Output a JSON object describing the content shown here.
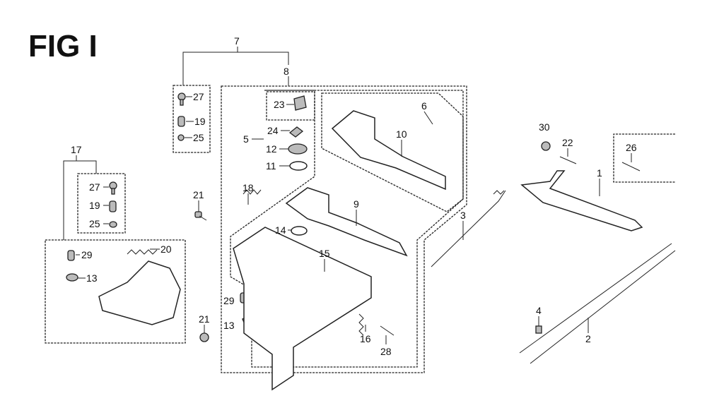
{
  "title": "FIG I",
  "labels": {
    "l7": "7",
    "l8": "8",
    "l5": "5",
    "l6": "6",
    "l27a": "27",
    "l19a": "19",
    "l25a": "25",
    "l17": "17",
    "l27b": "27",
    "l19b": "19",
    "l25b": "25",
    "l21a": "21",
    "l21b": "21",
    "l29a": "29",
    "l20": "20",
    "l13a": "13",
    "l23": "23",
    "l24": "24",
    "l12": "12",
    "l11": "11",
    "l18": "18",
    "l14": "14",
    "l15": "15",
    "l29b": "29",
    "l13b": "13",
    "l16": "16",
    "l28": "28",
    "l10": "10",
    "l9": "9",
    "l3": "3",
    "l30": "30",
    "l22": "22",
    "l26": "26",
    "l1": "1",
    "l4": "4",
    "l2": "2"
  }
}
